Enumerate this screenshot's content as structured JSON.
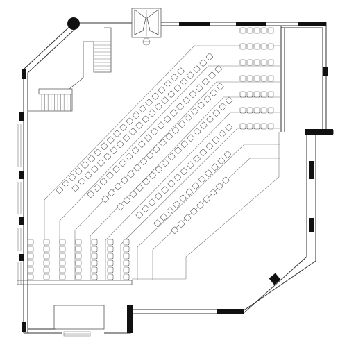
{
  "plan": {
    "type": "floor-plan",
    "subject": "auditorium-seating-layout",
    "labels": []
  },
  "seating": {
    "right_block": {
      "rows": 7,
      "seats_per_row": 5
    },
    "bottom_left_block": {
      "columns": 7,
      "seats_per_column": 6
    },
    "diagonal_tiers": {
      "rows": 8
    }
  },
  "icons": {
    "entrance_doors": "double-door-icon",
    "stairs": "staircase-icon",
    "column": "round-column-icon"
  },
  "colors": {
    "walls": "#333333",
    "piers": "#111111",
    "seats": "#444444",
    "background": "#ffffff"
  }
}
